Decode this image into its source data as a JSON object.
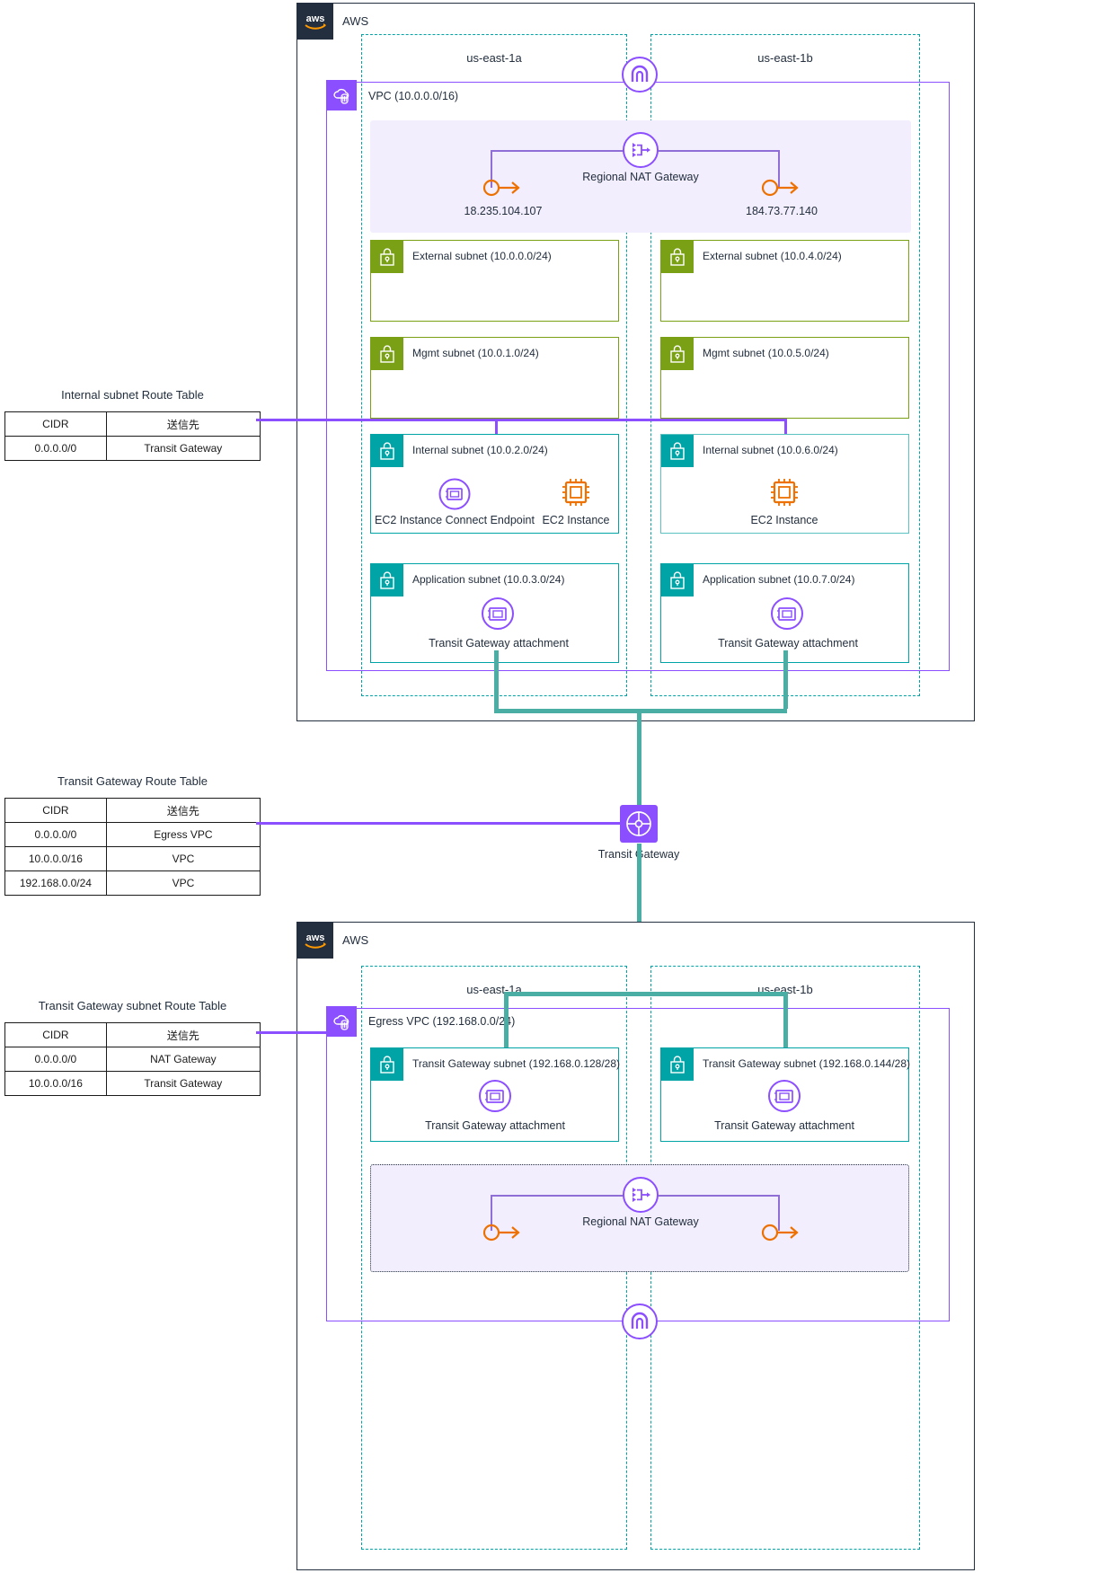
{
  "route_tables": [
    {
      "id": "internal-subnet-route-table",
      "title": "Internal subnet Route Table",
      "headers": [
        "CIDR",
        "送信先"
      ],
      "rows": [
        [
          "0.0.0.0/0",
          "Transit Gateway"
        ]
      ]
    },
    {
      "id": "transit-gateway-route-table",
      "title": "Transit Gateway Route Table",
      "headers": [
        "CIDR",
        "送信先"
      ],
      "rows": [
        [
          "0.0.0.0/0",
          "Egress VPC"
        ],
        [
          "10.0.0.0/16",
          "VPC"
        ],
        [
          "192.168.0.0/24",
          "VPC"
        ]
      ]
    },
    {
      "id": "transit-gateway-subnet-route-table",
      "title": "Transit Gateway subnet Route Table",
      "headers": [
        "CIDR",
        "送信先"
      ],
      "rows": [
        [
          "0.0.0.0/0",
          "NAT Gateway"
        ],
        [
          "10.0.0.0/16",
          "Transit Gateway"
        ]
      ]
    }
  ],
  "top_cloud": {
    "label": "AWS",
    "az_a": "us-east-1a",
    "az_b": "us-east-1b",
    "vpc_label": "VPC (10.0.0.0/16)",
    "nat_label": "Regional NAT Gateway",
    "eip_a": "18.235.104.107",
    "eip_b": "184.73.77.140",
    "subnets": [
      {
        "name": "External subnet (10.0.0.0/24)",
        "type": "public",
        "az": "a"
      },
      {
        "name": "External subnet (10.0.4.0/24)",
        "type": "public",
        "az": "b"
      },
      {
        "name": "Mgmt subnet (10.0.1.0/24)",
        "type": "public",
        "az": "a"
      },
      {
        "name": "Mgmt subnet (10.0.5.0/24)",
        "type": "public",
        "az": "b"
      },
      {
        "name": "Internal subnet (10.0.2.0/24)",
        "type": "private",
        "az": "a"
      },
      {
        "name": "Internal subnet (10.0.6.0/24)",
        "type": "private",
        "az": "b"
      },
      {
        "name": "Application subnet (10.0.3.0/24)",
        "type": "private",
        "az": "a"
      },
      {
        "name": "Application subnet (10.0.7.0/24)",
        "type": "private",
        "az": "b"
      }
    ],
    "eice_label": "EC2 Instance Connect Endpoint",
    "ec2_a_label": "EC2 Instance",
    "ec2_b_label": "EC2 Instance",
    "tgw_attachment_a": "Transit Gateway attachment",
    "tgw_attachment_b": "Transit Gateway attachment"
  },
  "transit_gateway": {
    "label": "Transit Gateway"
  },
  "bottom_cloud": {
    "label": "AWS",
    "az_a": "us-east-1a",
    "az_b": "us-east-1b",
    "vpc_label": "Egress VPC (192.168.0.0/24)",
    "nat_label": "Regional NAT Gateway",
    "subnets": [
      {
        "name": "Transit Gateway subnet (192.168.0.128/28)",
        "type": "private",
        "az": "a"
      },
      {
        "name": "Transit Gateway subnet (192.168.0.144/28)",
        "type": "private",
        "az": "b"
      }
    ],
    "tgw_attachment_a": "Transit Gateway attachment",
    "tgw_attachment_b": "Transit Gateway attachment"
  },
  "colors": {
    "aws_navy": "#232f3e",
    "purple": "#8c4fff",
    "teal": "#00a4a6",
    "green": "#7aa116",
    "orange": "#ed7100",
    "teal_line": "#4aaea4"
  }
}
